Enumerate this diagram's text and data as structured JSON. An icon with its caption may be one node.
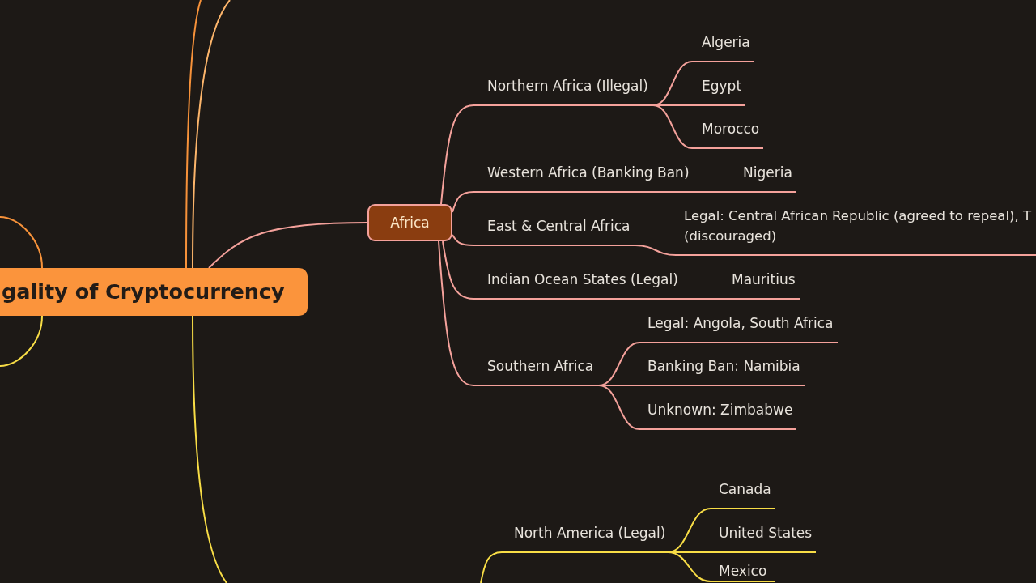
{
  "diagram": {
    "nodes": [
      {
        "text": [
          "gality of Cryptocurrency"
        ]
      },
      {
        "text": [
          "Africa"
        ]
      },
      {
        "text": [
          "Northern Africa (Illegal)"
        ]
      },
      {
        "text": [
          "Algeria"
        ]
      },
      {
        "text": [
          "Egypt"
        ]
      },
      {
        "text": [
          "Morocco"
        ]
      },
      {
        "text": [
          "Western Africa (Banking Ban)"
        ]
      },
      {
        "text": [
          "Nigeria"
        ]
      },
      {
        "text": [
          "East & Central Africa"
        ]
      },
      {
        "text": [
          "Legal: Central African Republic (agreed to repeal), T (discouraged)"
        ]
      },
      {
        "text": [
          "Indian Ocean States (Legal)"
        ]
      },
      {
        "text": [
          "Mauritius"
        ]
      },
      {
        "text": [
          "Southern Africa"
        ]
      },
      {
        "text": [
          "Legal: Angola, South Africa"
        ]
      },
      {
        "text": [
          "Banking Ban: Namibia"
        ]
      },
      {
        "text": [
          "Unknown: Zimbabwe"
        ]
      },
      {
        "text": [
          "North America (Legal)"
        ]
      },
      {
        "text": [
          "Canada"
        ]
      },
      {
        "text": [
          "United States"
        ]
      },
      {
        "text": [
          "Mexico"
        ]
      }
    ],
    "edges": [
      {
        "from": 0,
        "to": 1,
        "arrow": "none"
      },
      {
        "from": 1,
        "to": 2,
        "arrow": "none"
      },
      {
        "from": 2,
        "to": 3,
        "arrow": "none"
      },
      {
        "from": 2,
        "to": 4,
        "arrow": "none"
      },
      {
        "from": 2,
        "to": 5,
        "arrow": "none"
      },
      {
        "from": 1,
        "to": 6,
        "arrow": "none"
      },
      {
        "from": 6,
        "to": 7,
        "arrow": "none"
      },
      {
        "from": 1,
        "to": 8,
        "arrow": "none"
      },
      {
        "from": 8,
        "to": 9,
        "arrow": "none"
      },
      {
        "from": 1,
        "to": 10,
        "arrow": "none"
      },
      {
        "from": 10,
        "to": 11,
        "arrow": "none"
      },
      {
        "from": 1,
        "to": 12,
        "arrow": "none"
      },
      {
        "from": 12,
        "to": 13,
        "arrow": "none"
      },
      {
        "from": 12,
        "to": 14,
        "arrow": "none"
      },
      {
        "from": 12,
        "to": 15,
        "arrow": "none"
      },
      {
        "from": null,
        "to": 16,
        "arrow": "none",
        "color": "#f8dd46"
      },
      {
        "from": 16,
        "to": 17,
        "arrow": "none",
        "color": "#f8dd46"
      },
      {
        "from": 16,
        "to": 18,
        "arrow": "none",
        "color": "#f8dd46"
      },
      {
        "from": 16,
        "to": 19,
        "arrow": "none",
        "color": "#f8dd46"
      },
      {
        "from": 0,
        "to": null,
        "arrow": "none",
        "color": "#f7923a"
      },
      {
        "from": 0,
        "to": null,
        "arrow": "none",
        "color": "#fcb56b"
      },
      {
        "from": 0,
        "to": null,
        "arrow": "none",
        "color": "#f8dd46"
      },
      {
        "from": 0,
        "to": null,
        "arrow": "none",
        "color": "#f7923a"
      },
      {
        "from": 0,
        "to": null,
        "arrow": "none",
        "color": "#f8dd46"
      }
    ]
  }
}
